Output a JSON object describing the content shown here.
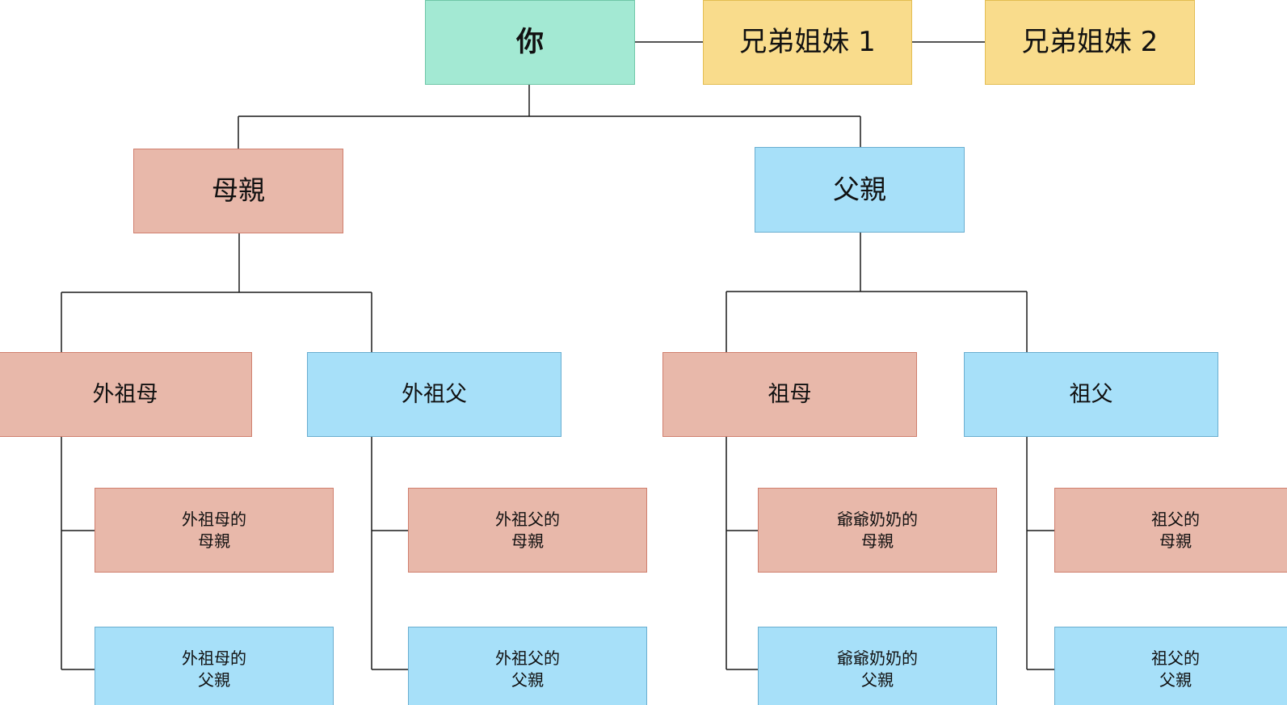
{
  "tree": {
    "you": "你",
    "sibling_1": "兄弟姐妹 1",
    "sibling_2": "兄弟姐妹 2",
    "mother": "母親",
    "father": "父親",
    "maternal_grandmother": "外祖母",
    "maternal_grandfather": "外祖父",
    "paternal_grandmother": "祖母",
    "paternal_grandfather": "祖父",
    "maternal_grandmother_mother": "外祖母的\n母親",
    "maternal_grandmother_father": "外祖母的\n父親",
    "maternal_grandfather_mother": "外祖父的\n母親",
    "maternal_grandfather_father": "外祖父的\n父親",
    "paternal_grandmother_mother": "爺爺奶奶的\n母親",
    "paternal_grandmother_father": "爺爺奶奶的\n父親",
    "paternal_grandfather_mother": "祖父的\n母親",
    "paternal_grandfather_father": "祖父的\n父親"
  },
  "colors": {
    "you": "#a3e9d3",
    "sibling": "#f9dc8c",
    "female": "#e8b8aa",
    "male": "#a7e0f9",
    "connector": "#1a1a1a"
  }
}
